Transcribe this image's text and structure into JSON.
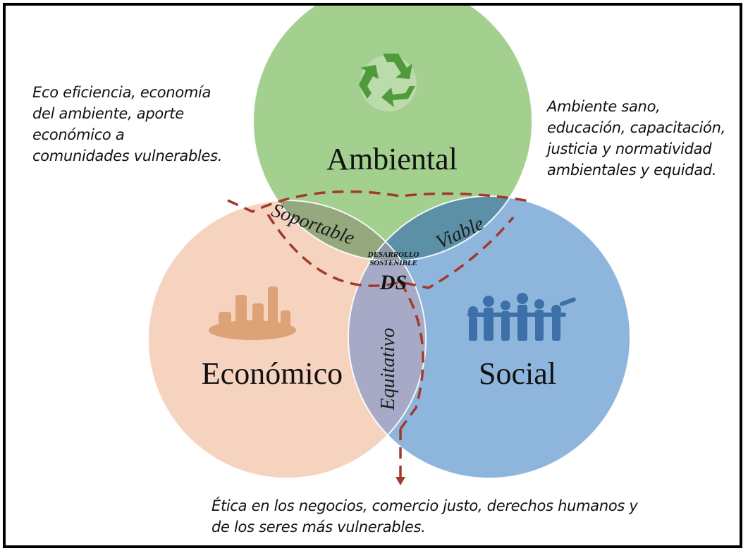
{
  "circles": {
    "ambiental": {
      "label": "Ambiental",
      "color": "#a3cf8f"
    },
    "economico": {
      "label": "Económico",
      "color": "#f6d3bf"
    },
    "social": {
      "label": "Social",
      "color": "#8eb5dc"
    }
  },
  "overlaps": {
    "soportable": {
      "label": "Soportable",
      "color": "#95a97f"
    },
    "viable": {
      "label": "Viable",
      "color": "#5b90a6"
    },
    "equitativo": {
      "label": "Equitativo",
      "color": "#a6aac6"
    },
    "center": {
      "line1": "DESARROLLO",
      "line2": "SOSTENIBLE",
      "abbr": "DS"
    }
  },
  "notes": {
    "left": [
      "Eco eficiencia, economía",
      "del ambiente, aporte",
      "económico a",
      "comunidades vulnerables."
    ],
    "right": [
      "Ambiente sano,",
      "educación, capacitación,",
      "justicia y normatividad",
      "ambientales y equidad."
    ],
    "bottom": [
      "Ética en los negocios, comercio justo, derechos humanos y",
      "de los seres más vulnerables."
    ]
  },
  "icons": [
    "recycle-icon",
    "money-icon",
    "people-icon"
  ],
  "colors": {
    "dashed_line": "#a13a2a",
    "border": "#000000"
  }
}
